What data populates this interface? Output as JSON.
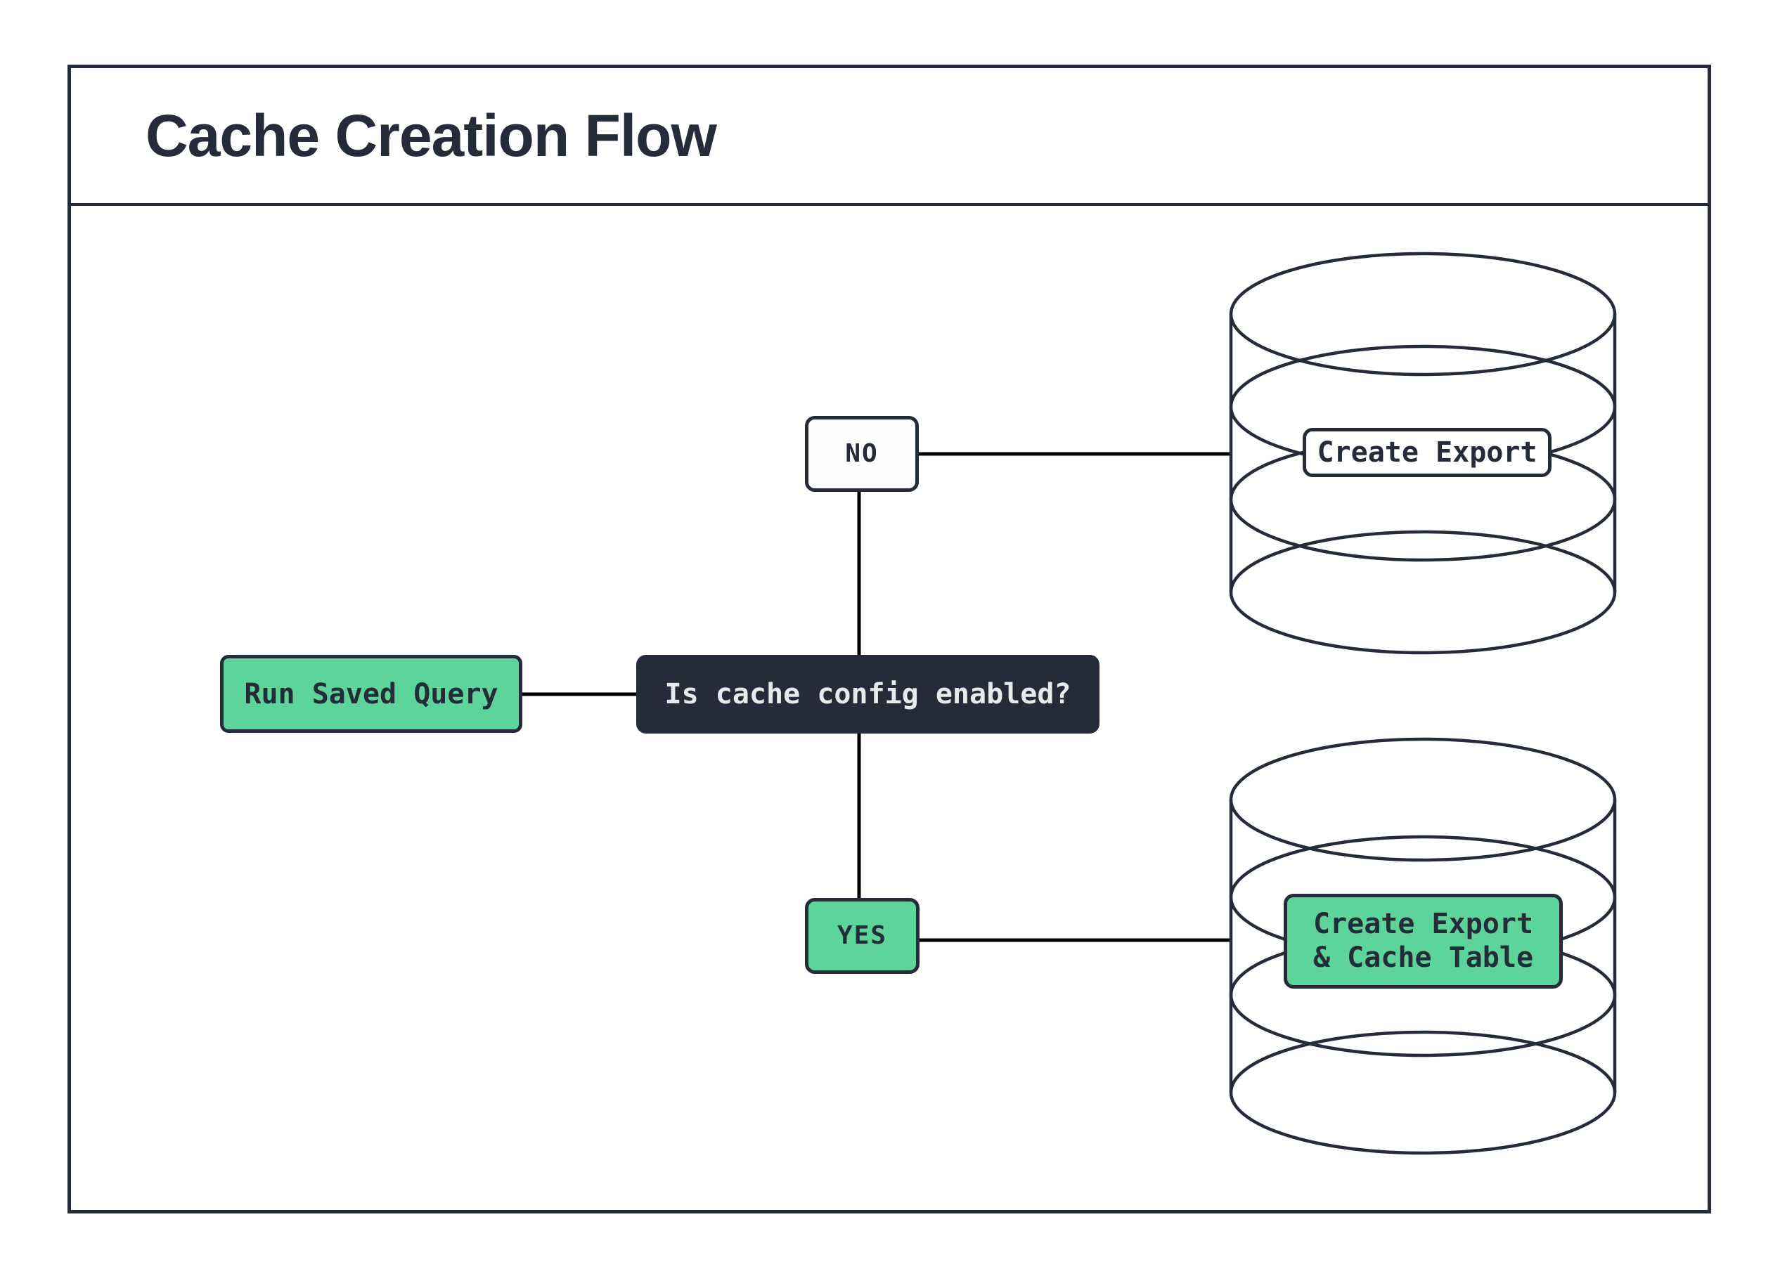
{
  "title": "Cache Creation Flow",
  "nodes": {
    "start": {
      "label": "Run Saved Query"
    },
    "decision": {
      "label": "Is cache config enabled?"
    },
    "no_branch": {
      "label": "NO"
    },
    "yes_branch": {
      "label": "YES"
    },
    "no_result": {
      "label": "Create Export"
    },
    "yes_result": {
      "label": "Create Export\n& Cache Table"
    }
  },
  "colors": {
    "accent_green": "#5CD59A",
    "dark_navy": "#262B3A",
    "connector_black": "#000000",
    "light_text": "#E8E9EB",
    "background": "#FFFFFF"
  }
}
